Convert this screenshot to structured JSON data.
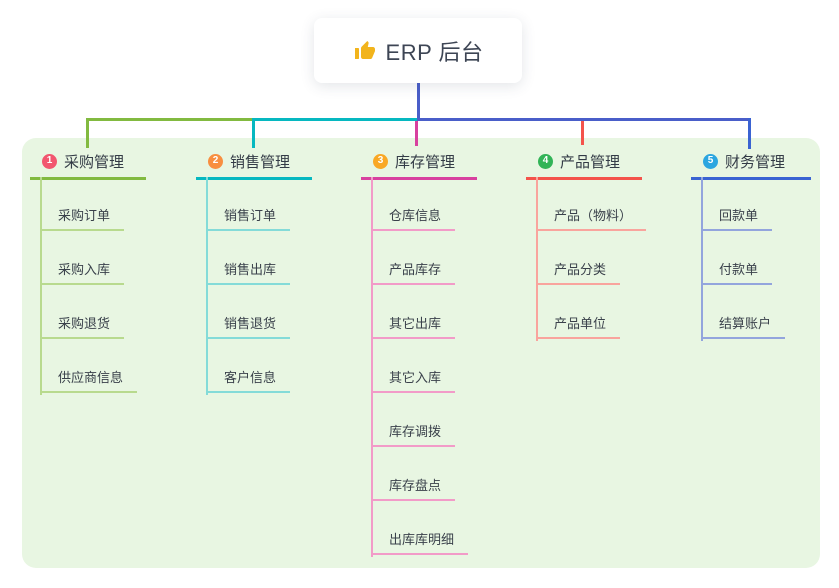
{
  "root": {
    "title": "ERP 后台",
    "icon": "thumbs-up-icon"
  },
  "colors": {
    "page_bg": "#ffffff",
    "panel_bg": "#e8f6e2",
    "root_line": "#4a5ec9",
    "root_text": "#3d4554",
    "title_text": "#333b46",
    "child_text": "#3a414b",
    "thumb_icon": "#f2b41c"
  },
  "branches": [
    {
      "num": "1",
      "label": "采购管理",
      "badge_color": "#f2566f",
      "line_color": "#82ba40",
      "child_line_color": "#b8da8e",
      "children": [
        "采购订单",
        "采购入库",
        "采购退货",
        "供应商信息"
      ]
    },
    {
      "num": "2",
      "label": "销售管理",
      "badge_color": "#f88f40",
      "line_color": "#06b8c0",
      "child_line_color": "#84dbd8",
      "children": [
        "销售订单",
        "销售出库",
        "销售退货",
        "客户信息"
      ]
    },
    {
      "num": "3",
      "label": "库存管理",
      "badge_color": "#f9a825",
      "line_color": "#d8419f",
      "child_line_color": "#f29bc8",
      "children": [
        "仓库信息",
        "产品库存",
        "其它出库",
        "其它入库",
        "库存调拨",
        "库存盘点",
        "出库库明细"
      ]
    },
    {
      "num": "4",
      "label": "产品管理",
      "badge_color": "#32b457",
      "line_color": "#f4534b",
      "child_line_color": "#f9a49d",
      "children": [
        "产品（物料）",
        "产品分类",
        "产品单位"
      ]
    },
    {
      "num": "5",
      "label": "财务管理",
      "badge_color": "#2ba6e0",
      "line_color": "#3a63d2",
      "child_line_color": "#93a5dd",
      "children": [
        "回款单",
        "付款单",
        "结算账户"
      ]
    }
  ]
}
